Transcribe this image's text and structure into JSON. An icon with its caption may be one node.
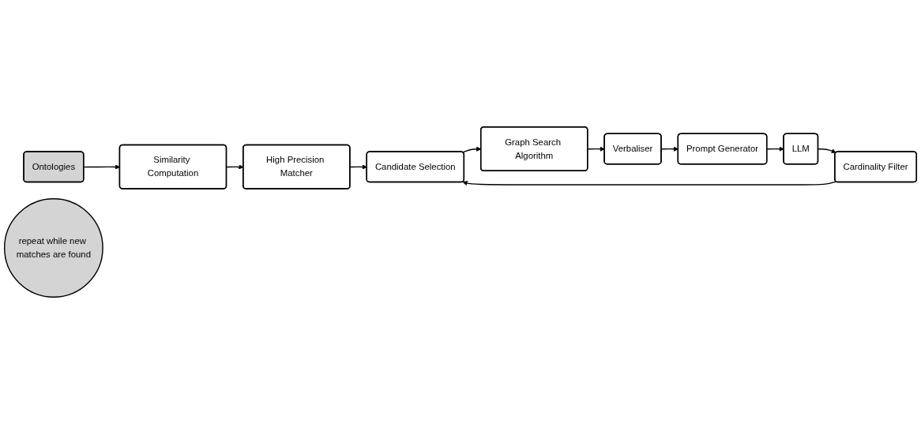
{
  "diagram": {
    "nodes": [
      {
        "text": [
          "Ontologies"
        ]
      },
      {
        "text": [
          "Similarity Computation"
        ]
      },
      {
        "text": [
          "High Precision Matcher"
        ]
      },
      {
        "text": [
          "Cardinality Filter"
        ]
      },
      {
        "text": [
          "Candidate Selection"
        ]
      },
      {
        "text": [
          "LLM"
        ]
      },
      {
        "text": [
          "repeat while new matches are found"
        ]
      },
      {
        "text": [
          "Graph Search Algorithm"
        ]
      },
      {
        "text": [
          "Prompt Generator"
        ]
      },
      {
        "text": [
          "Verbaliser"
        ]
      }
    ],
    "edges": [
      {
        "from": 0,
        "to": 1,
        "arrow": "to"
      },
      {
        "from": 1,
        "to": 2,
        "arrow": "to"
      },
      {
        "from": 2,
        "to": 4,
        "arrow": "to"
      },
      {
        "from": 4,
        "to": 7,
        "arrow": "to"
      },
      {
        "from": 7,
        "to": 9,
        "arrow": "to"
      },
      {
        "from": 9,
        "to": 8,
        "arrow": "to"
      },
      {
        "from": 8,
        "to": 5,
        "arrow": "to"
      },
      {
        "from": 5,
        "to": 3,
        "arrow": "to"
      },
      {
        "from": 3,
        "to": 4,
        "arrow": "to"
      }
    ]
  }
}
